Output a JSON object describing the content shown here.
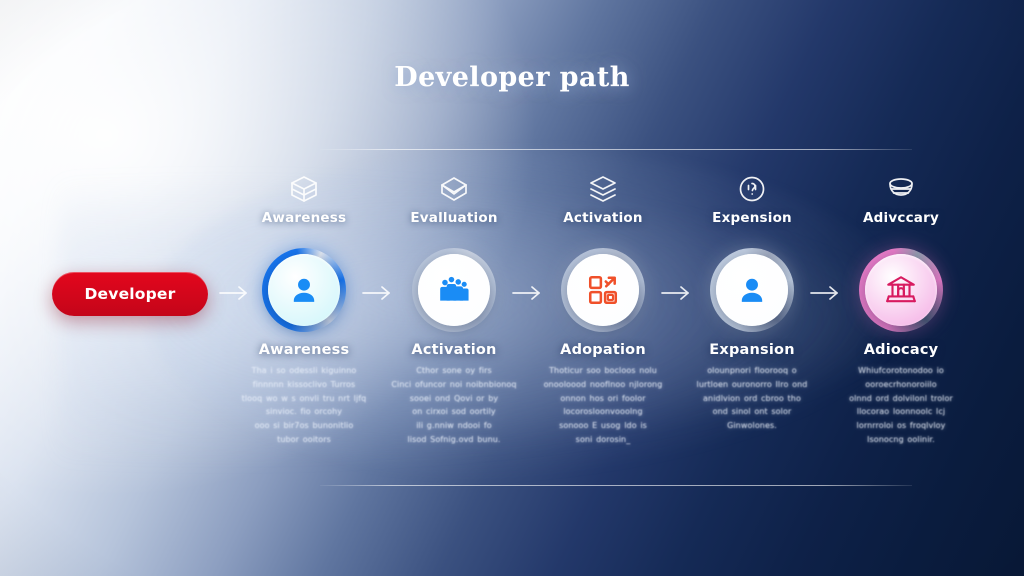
{
  "page": {
    "title": "Developer path",
    "background": {
      "light": "#fdfeff",
      "dark": "#081836",
      "accent_red": "#e3071d",
      "accent_blue": "#1a8cf5",
      "accent_orange": "#f0502a",
      "accent_pink": "#f29fe0",
      "accent_crimson": "#d81b60"
    }
  },
  "entry": {
    "label": "Developer",
    "color": "#e3071d"
  },
  "arrow_glyph": "→",
  "top_row": [
    {
      "label": "Awareness",
      "icon": "cube-icon"
    },
    {
      "label": "Evalluation",
      "icon": "envelope-open-icon"
    },
    {
      "label": "Activation",
      "icon": "layers-icon"
    },
    {
      "label": "Expension",
      "icon": "question-circle-icon"
    },
    {
      "label": "Adivccary",
      "icon": "bowl-icon"
    }
  ],
  "steps": [
    {
      "label": "Awareness",
      "icon": "user-icon",
      "disc_color": "#d7f7fb",
      "icon_color": "#1a8cf5",
      "ring_color": "#1877f2",
      "body": "Tha i so odessli kiguinno\nfinnnnn kissoclivo Turros\ntlooq wo w s onvli tru nrt ljfq\nsinvioc. fio orcohy\nooo si bir7os bunonitlio\ntubor ooitors"
    },
    {
      "label": "Activation",
      "icon": "people-group-icon",
      "disc_color": "#fdfeff",
      "icon_color": "#1a8cf5",
      "ring_color": "#bcc9de",
      "body": "Cthor sone oy firs\nCinci ofuncor noi noibnbionoq\nsooei ond Qovi or by\non cirxoi sod oortily\nili g.nniw ndooi fo\nlisod Sofnig.ovd bunu."
    },
    {
      "label": "Adopation",
      "icon": "grid-squares-icon",
      "disc_color": "#fdfeff",
      "icon_color": "#f0502a",
      "ring_color": "#b9c6dc",
      "body": "Thoticur soo bocloos nolu\nonooloood nooflnoo njlorong\nonnon hos ori foolor\nlocorosloonvooolng\nsonooo E usog ldo is\nsoni dorosin_"
    },
    {
      "label": "Expansion",
      "icon": "user-icon",
      "disc_color": "#fdfeff",
      "icon_color": "#1a8cf5",
      "ring_color": "#c2cfe2",
      "body": "olounpnori floorooq o\nlurtloen ouronorro Ilro ond\nanidlvion ord cbroo tho\nond sinol ont solor\nGinwolones."
    },
    {
      "label": "Adiocacy",
      "icon": "bank-icon",
      "disc_color": "#f6bce9",
      "icon_color": "#d81b60",
      "ring_color": "#e87cc8",
      "body": "Whiufcorotonodoo io\nooroecrhonoroiilo\nolnnd ord dolvilonl trolor\nllocorao loonnoolc lcj\nlornrroloi os froqlvloy\nlsonocng oolinir."
    }
  ]
}
